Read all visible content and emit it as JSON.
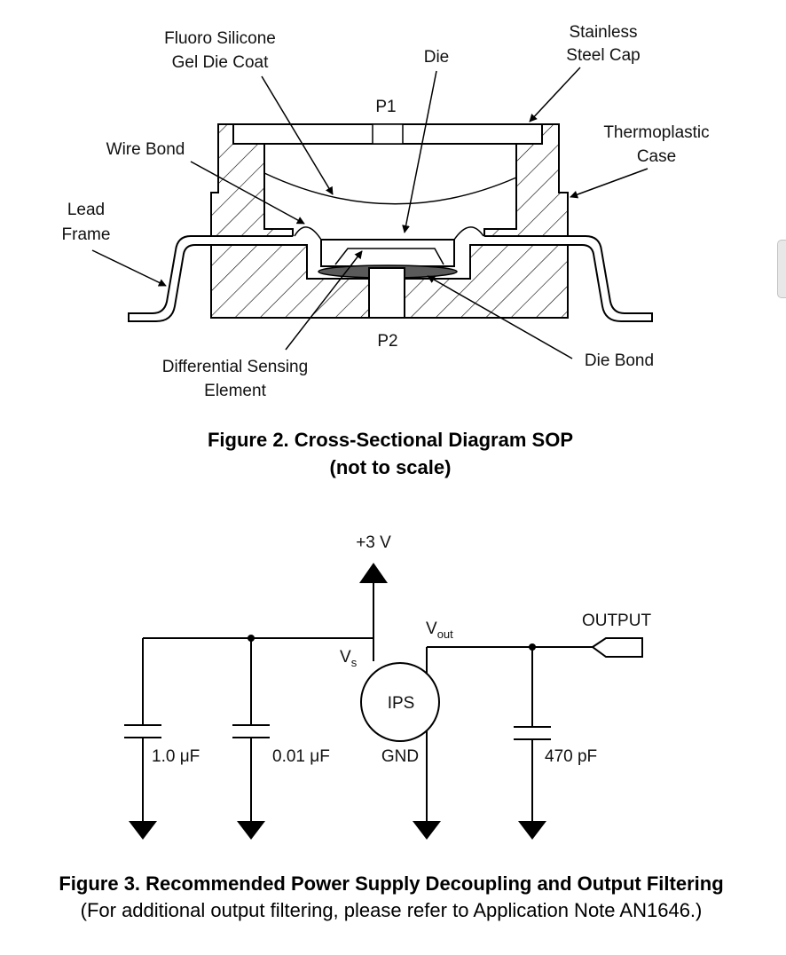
{
  "figure2": {
    "labels": {
      "fluoro_line1": "Fluoro Silicone",
      "fluoro_line2": "Gel Die Coat",
      "die": "Die",
      "stainless_line1": "Stainless",
      "stainless_line2": "Steel Cap",
      "p1": "P1",
      "thermo_line1": "Thermoplastic",
      "thermo_line2": "Case",
      "wire_bond": "Wire Bond",
      "lead_line1": "Lead",
      "lead_line2": "Frame",
      "p2": "P2",
      "diff_line1": "Differential Sensing",
      "diff_line2": "Element",
      "die_bond": "Die Bond"
    },
    "caption_line1": "Figure 2. Cross-Sectional Diagram SOP",
    "caption_line2": "(not to scale)"
  },
  "figure3": {
    "labels": {
      "supply": "+3 V",
      "vout_main": "V",
      "vout_sub": "out",
      "output": "OUTPUT",
      "vs_main": "V",
      "vs_sub": "s",
      "ips": "IPS",
      "gnd": "GND",
      "c1": "1.0 μF",
      "c2": "0.01 μF",
      "c3": "470 pF"
    },
    "caption_line1": "Figure 3. Recommended Power Supply Decoupling and Output Filtering",
    "caption_line2": "(For additional output filtering, please refer to Application Note AN1646.)"
  }
}
